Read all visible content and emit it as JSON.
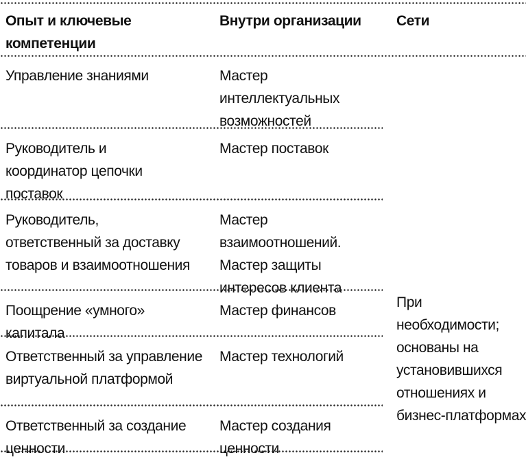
{
  "table": {
    "headers": [
      "Опыт и ключевые компетенции",
      "Внутри организации",
      "Сети"
    ],
    "rows": [
      {
        "competence": "Управление знаниями",
        "internal": "Мастер интеллектуальных возможностей"
      },
      {
        "competence": "Руководитель и координатор цепочки поставок",
        "internal": "Мастер поставок"
      },
      {
        "competence": "Руководитель, ответственный за доставку товаров и взаимоотношения",
        "internal": "Мастер взаимоотношений. Мастер защиты интересов клиента"
      },
      {
        "competence": "Поощрение «умного» капитала",
        "internal": "Мастер финансов"
      },
      {
        "competence": "Ответственный за управление виртуальной платформой",
        "internal": "Мастер технологий"
      },
      {
        "competence": "Ответственный за создание ценности",
        "internal": "Мастер создания ценности"
      }
    ],
    "networks": "При необходимости; основаны на установившихся отношениях и бизнес-платформах"
  }
}
